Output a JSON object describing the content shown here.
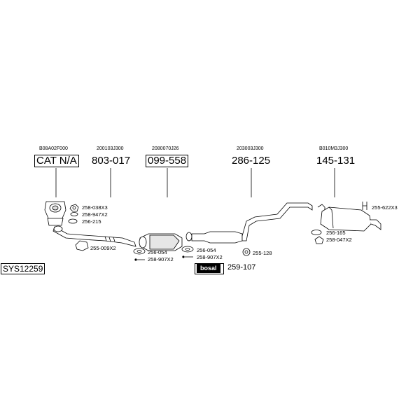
{
  "system_id": "SYS12259",
  "sections": [
    {
      "oem": "B08A02F000",
      "part": "CAT N/A"
    },
    {
      "oem": "200103J300",
      "part": "803-017"
    },
    {
      "oem": "2080070J26",
      "part": "099-558"
    },
    {
      "oem": "203003J300",
      "part": "286-125"
    },
    {
      "oem": "B010M3J300",
      "part": "145-131"
    }
  ],
  "accessories": {
    "a1": "258-038X3",
    "a2": "258-947X2",
    "a3": "256-215",
    "a4": "255-009X2",
    "a5": "256-054",
    "a6": "258-907X2",
    "a7": "256-054",
    "a8": "258-907X2",
    "a9": "255-128",
    "a10": "255-622X3",
    "a11": "256-165",
    "a12": "258-047X2"
  },
  "kit": {
    "brand": "bosal",
    "part": "259-107"
  }
}
